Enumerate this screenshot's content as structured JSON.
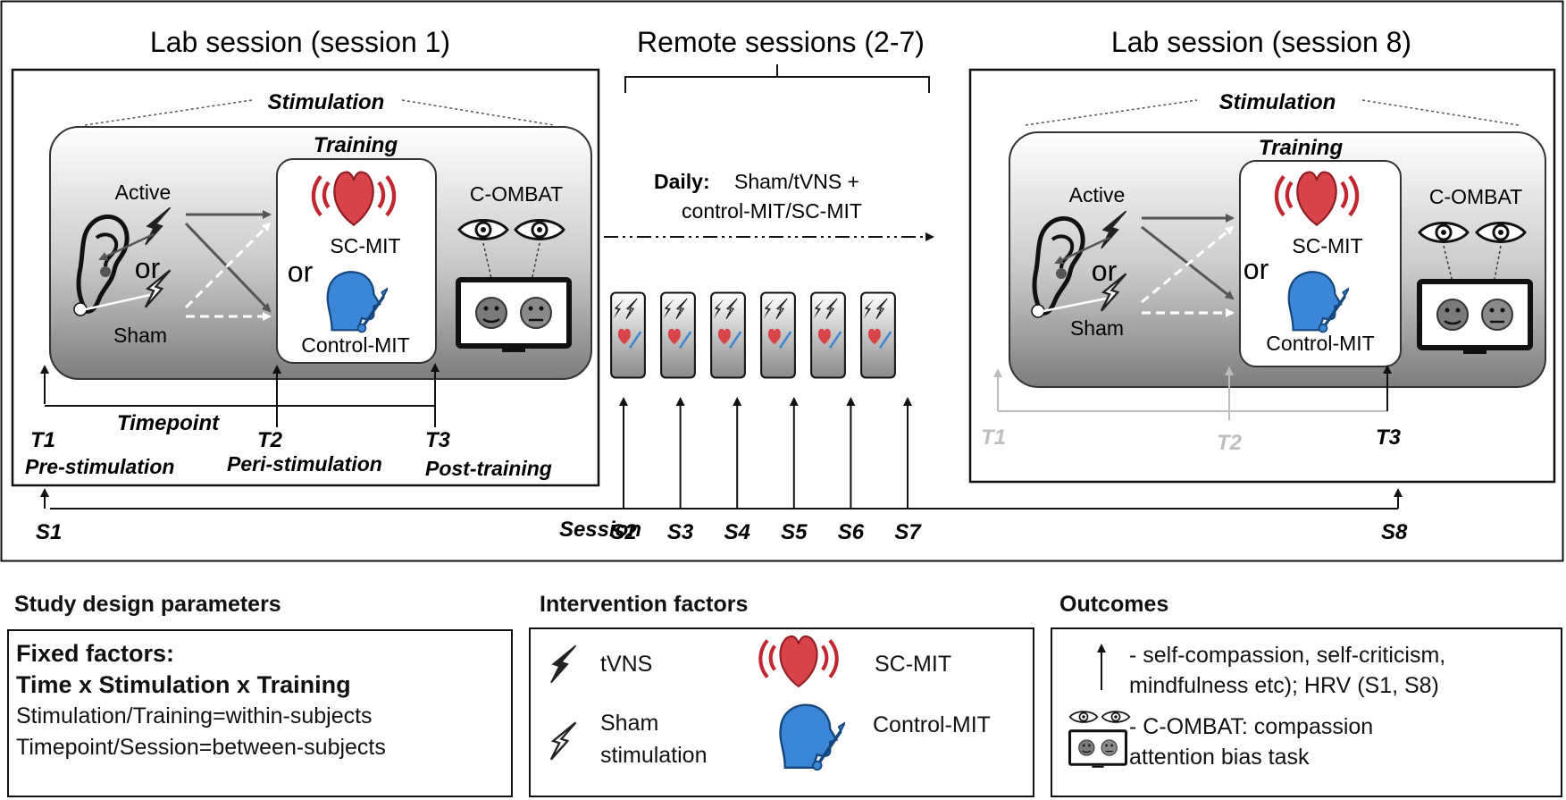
{
  "diagram": {
    "lab1": {
      "title": "Lab session (session 1)",
      "stimulation": "Stimulation",
      "training": "Training",
      "active": "Active",
      "or1": "or",
      "sham": "Sham",
      "scmit": "SC-MIT",
      "or2": "or",
      "controlmit": "Control-MIT",
      "combat": "C-OMBAT",
      "timepoint": "Timepoint",
      "t1": "T1",
      "t1_desc": "Pre-stimulation",
      "t2": "T2",
      "t2_desc": "Peri-stimulation",
      "t3": "T3",
      "t3_desc": "Post-training"
    },
    "remote": {
      "title": "Remote sessions (2-7)",
      "daily_label": "Daily:",
      "daily_line1": "Sham/tVNS  +",
      "daily_line2": "control-MIT/SC-MIT",
      "session_label": "Session",
      "sessions": [
        "S2",
        "S3",
        "S4",
        "S5",
        "S6",
        "S7"
      ]
    },
    "lab8": {
      "title": "Lab session (session 8)",
      "stimulation": "Stimulation",
      "training": "Training",
      "active": "Active",
      "or1": "or",
      "sham": "Sham",
      "scmit": "SC-MIT",
      "or2": "or",
      "controlmit": "Control-MIT",
      "combat": "C-OMBAT",
      "t1": "T1",
      "t2": "T2",
      "t3": "T3"
    },
    "s1": "S1",
    "s8": "S8"
  },
  "panels": {
    "design": {
      "title": "Study design parameters",
      "line1": "Fixed factors:",
      "line2": "Time x Stimulation x Training",
      "line3": "Stimulation/Training=within-subjects",
      "line4": "Timepoint/Session=between-subjects"
    },
    "intervention": {
      "title": "Intervention factors",
      "tvns": "tVNS",
      "sham_line1": "Sham",
      "sham_line2": "stimulation",
      "scmit": "SC-MIT",
      "controlmit": "Control-MIT"
    },
    "outcomes": {
      "title": "Outcomes",
      "o1_line1": "- self-compassion, self-criticism,",
      "o1_line2": "mindfulness etc); HRV (S1, S8)",
      "o2_line1": "- C-OMBAT: compassion",
      "o2_line2": "attention bias task"
    }
  },
  "colors": {
    "heart": "#d9444b",
    "head": "#3b86d6",
    "grey_inactive": "#bdbdbd"
  }
}
